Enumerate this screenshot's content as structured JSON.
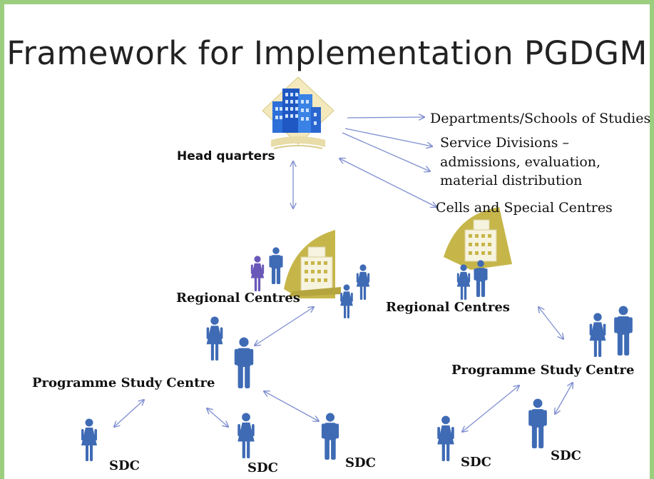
{
  "title": "Framework for Implementation PGDGM",
  "headquarters": {
    "label": "Head quarters",
    "icon": "office-building-icon"
  },
  "hq_branches": [
    "Departments/Schools of Studies",
    "Service Divisions –",
    "admissions, evaluation,",
    "material distribution",
    "Cells and Special Centres"
  ],
  "regional_centres": [
    {
      "label": "Regional Centres"
    },
    {
      "label": "Regional Centres"
    }
  ],
  "study_centres": [
    {
      "label": "Programme Study Centre"
    },
    {
      "label": "Programme Study Centre"
    }
  ],
  "sdc_labels": [
    "SDC",
    "SDC",
    "SDC",
    "SDC",
    "SDC"
  ],
  "colors": {
    "frame": "#9bcf7f",
    "person": "#3f6bb5",
    "person_female": "#5b78c9",
    "building": "#c6b64a",
    "hq_building": "#2e6fd8",
    "arrow": "#7f8fd0"
  }
}
